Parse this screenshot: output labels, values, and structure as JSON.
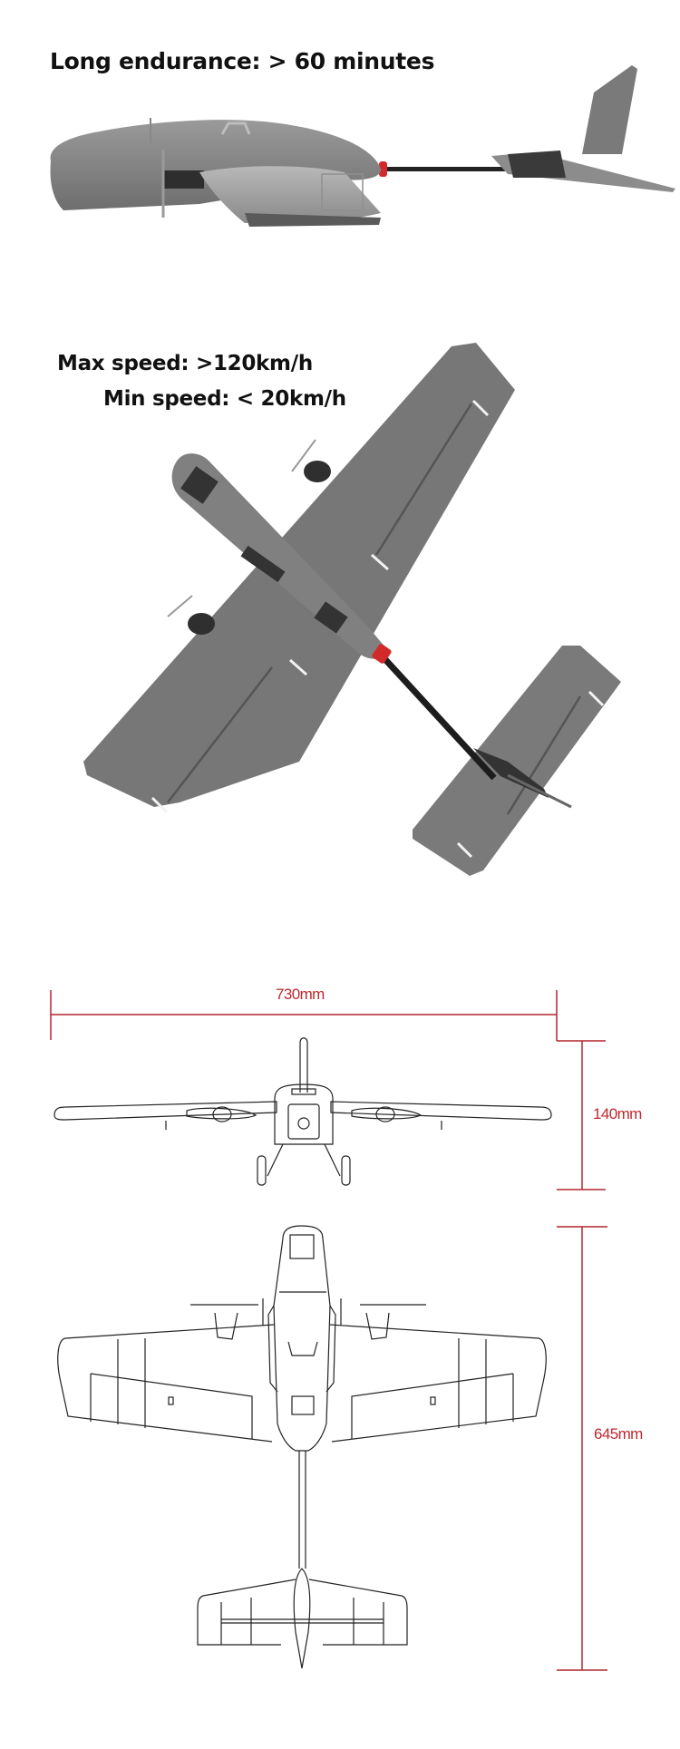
{
  "specs": {
    "endurance": "Long endurance: > 60 minutes",
    "max_speed": "Max speed: >120km/h",
    "min_speed": "Min speed: < 20km/h"
  },
  "dimensions": {
    "wingspan": "730mm",
    "height": "140mm",
    "length": "645mm"
  },
  "colors": {
    "dimension_line": "#b3262e",
    "foam_gray": "#7b7b7b",
    "accent_red": "#d22a2a",
    "text": "#111111"
  }
}
